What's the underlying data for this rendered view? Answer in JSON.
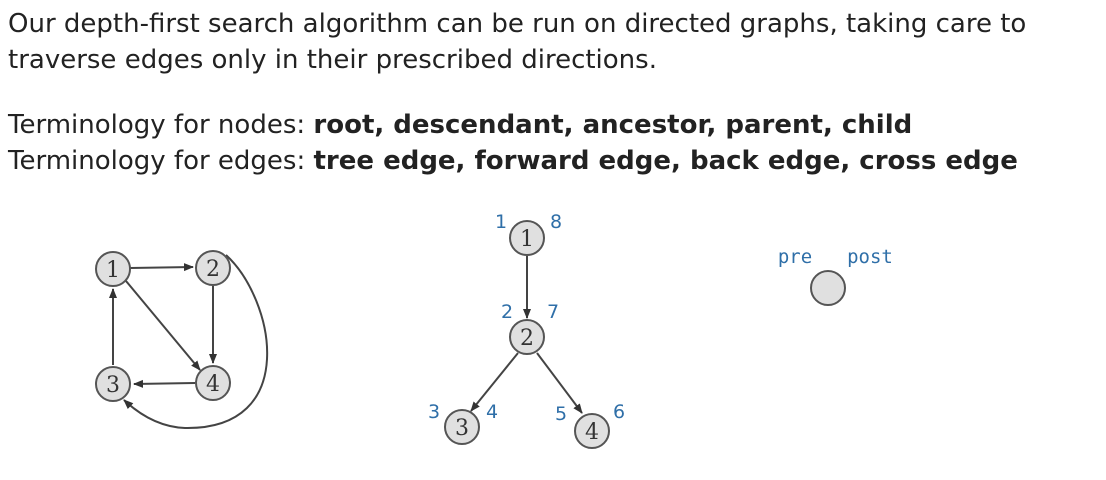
{
  "intro": {
    "text": "Our depth-first search algorithm can be run on directed graphs, taking care to traverse edges only in their prescribed directions."
  },
  "terminology": {
    "nodes_label": "Terminology for nodes: ",
    "nodes_terms": "root, descendant, ancestor, parent, child",
    "edges_label": "Terminology for edges: ",
    "edges_terms": "tree edge, forward edge, back edge, cross edge"
  },
  "graph": {
    "nodes": [
      "1",
      "2",
      "3",
      "4"
    ],
    "edges": [
      [
        "1",
        "2"
      ],
      [
        "1",
        "4"
      ],
      [
        "2",
        "4"
      ],
      [
        "4",
        "3"
      ],
      [
        "3",
        "1"
      ],
      [
        "2",
        "3"
      ]
    ]
  },
  "dfs_tree": {
    "nodes": [
      {
        "label": "1",
        "pre": "1",
        "post": "8"
      },
      {
        "label": "2",
        "pre": "2",
        "post": "7"
      },
      {
        "label": "3",
        "pre": "3",
        "post": "4"
      },
      {
        "label": "4",
        "pre": "5",
        "post": "6"
      }
    ],
    "edges": [
      [
        "1",
        "2"
      ],
      [
        "2",
        "3"
      ],
      [
        "2",
        "4"
      ]
    ]
  },
  "legend": {
    "pre": "pre",
    "post": "post"
  },
  "colors": {
    "number_blue": "#2f6fa8",
    "node_fill": "#e0e0e0",
    "node_stroke": "#555555",
    "text": "#222222"
  }
}
